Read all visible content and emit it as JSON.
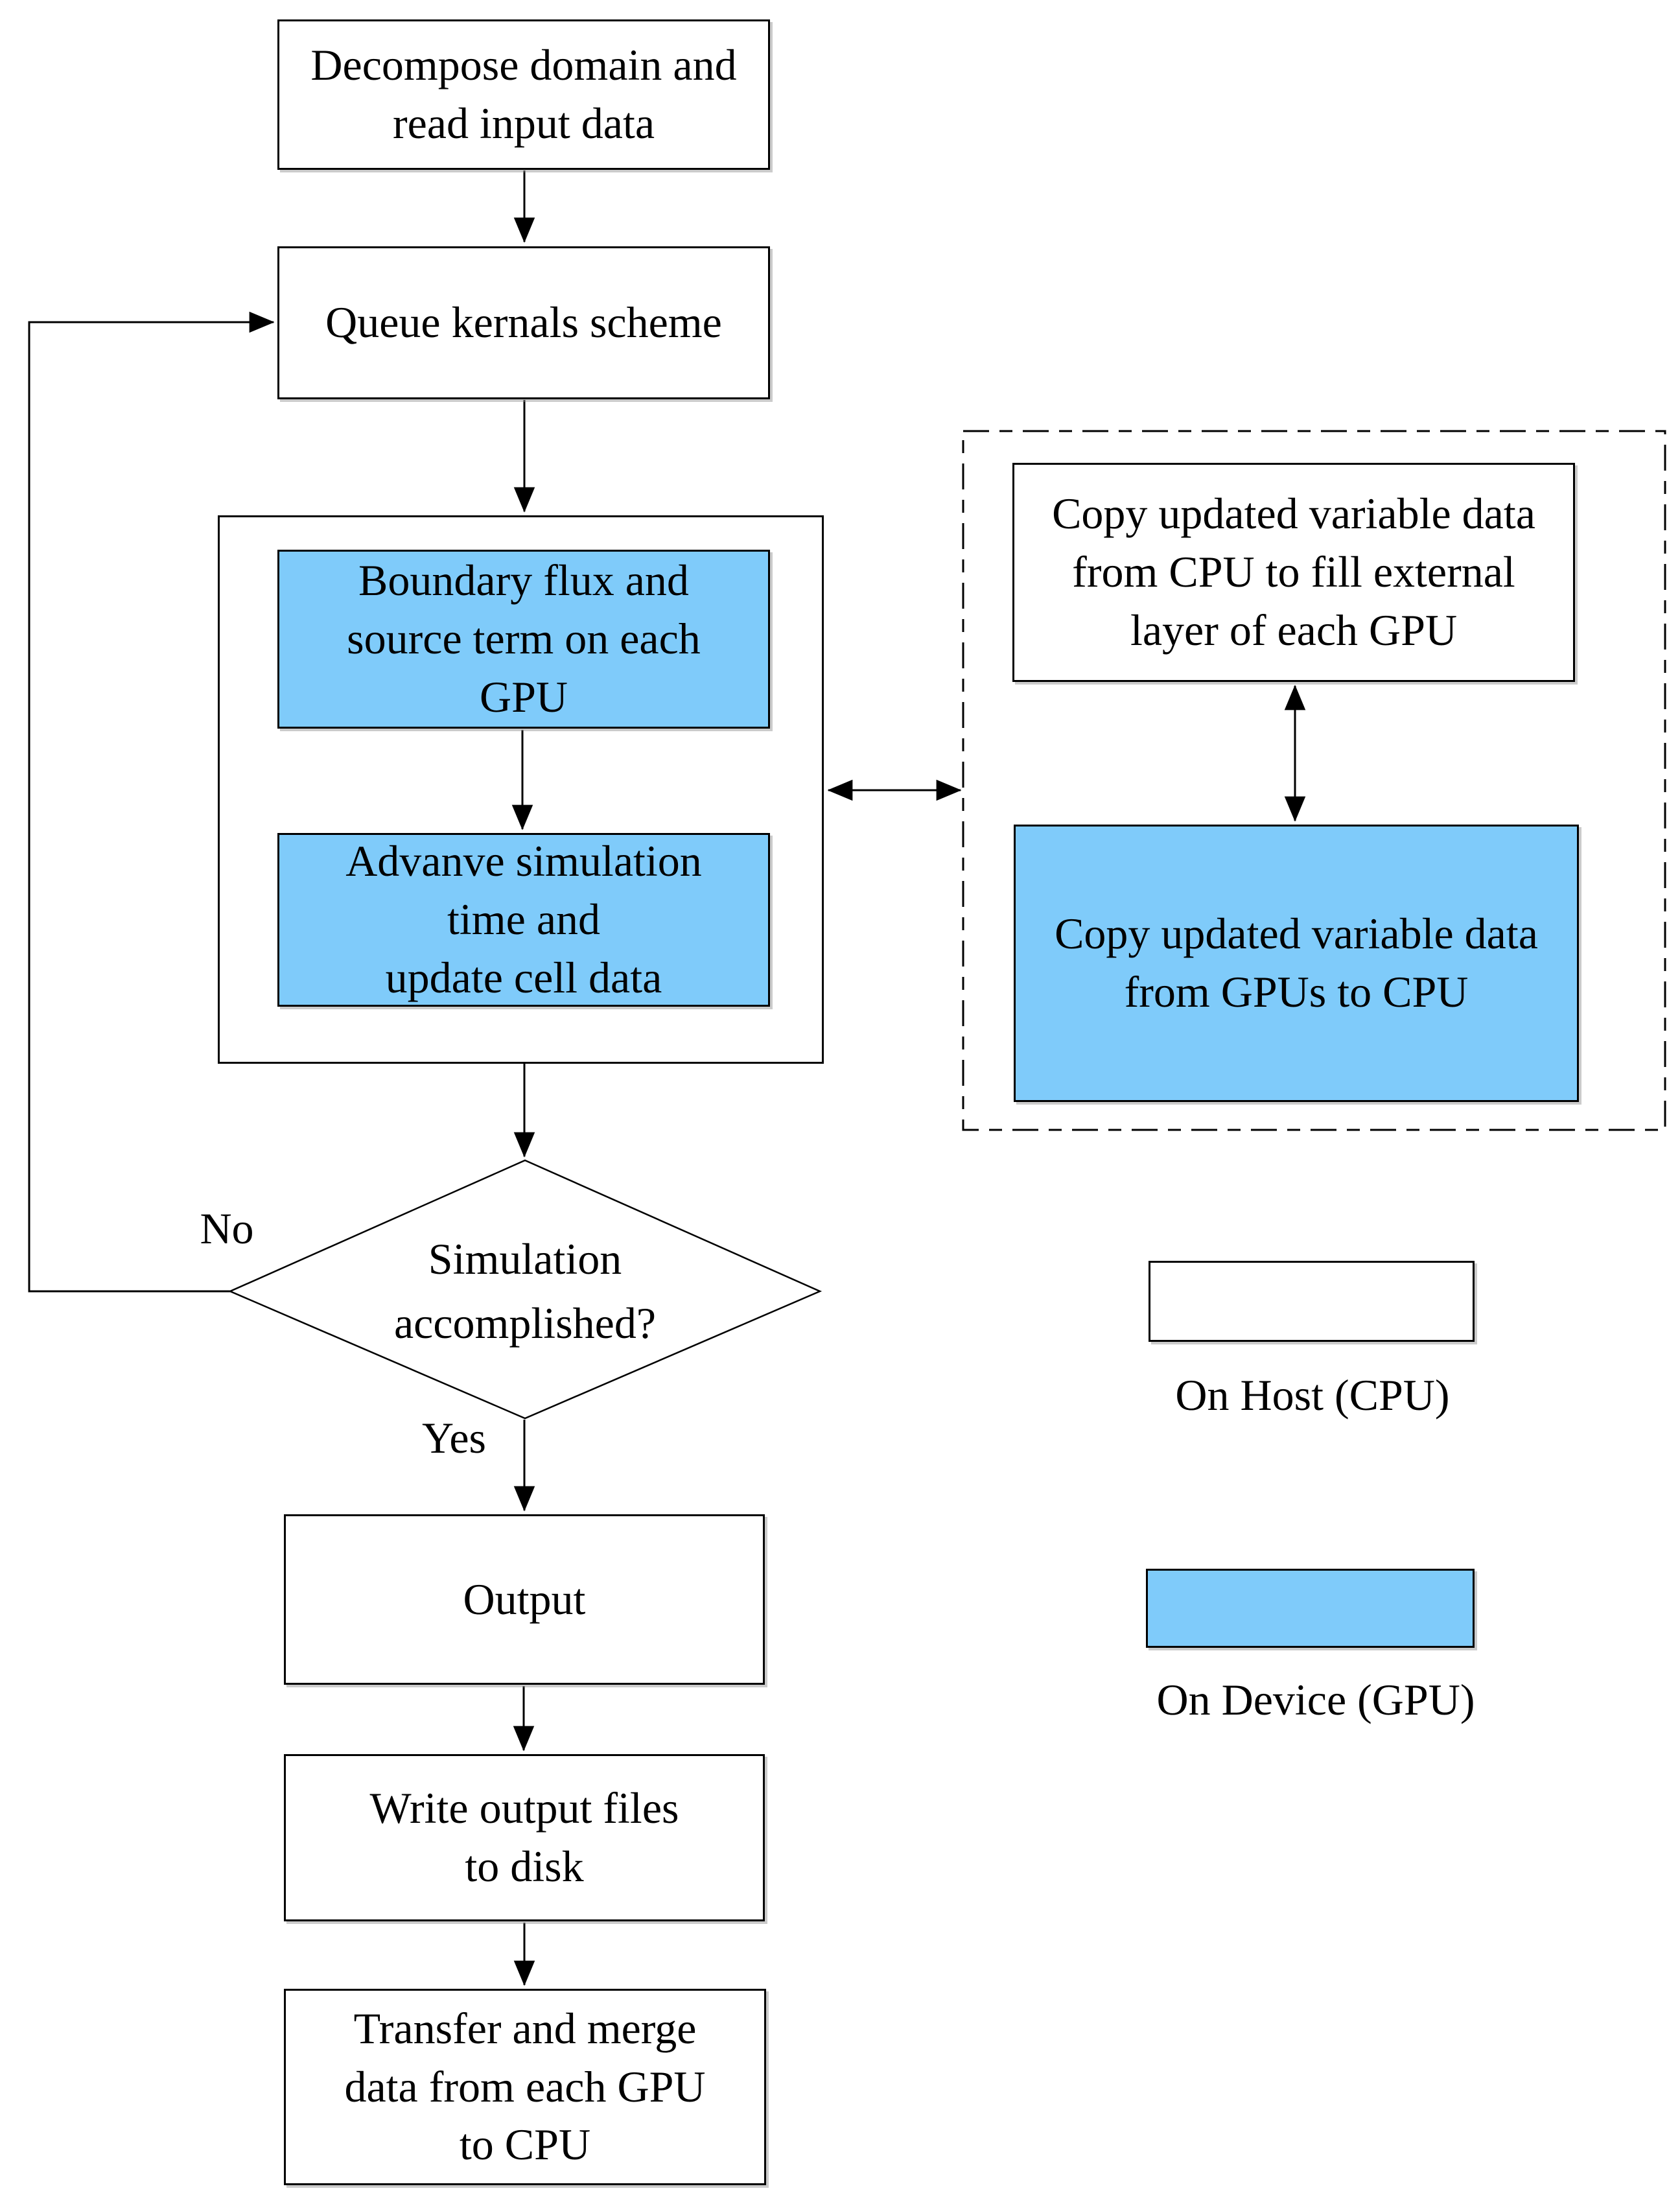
{
  "diagram": {
    "type": "flowchart",
    "colors": {
      "background": "#ffffff",
      "host_fill": "#ffffff",
      "device_fill": "#7fcbfa",
      "line": "#000000"
    },
    "nodes": {
      "decompose": {
        "lines": "Decompose domain and\nread input data",
        "kind": "host"
      },
      "queue": {
        "lines": "Queue kernals scheme",
        "kind": "host"
      },
      "boundary_flux": {
        "lines": "Boundary flux and\nsource term on each\nGPU",
        "kind": "device"
      },
      "advance": {
        "lines": "Advanve simulation\ntime and\nupdate cell data",
        "kind": "device"
      },
      "copy_cpu_to_gpu": {
        "lines": "Copy updated variable data\nfrom CPU to fill external\nlayer of each GPU",
        "kind": "host"
      },
      "copy_gpu_to_cpu": {
        "lines": "Copy updated variable data\nfrom GPUs to CPU",
        "kind": "device"
      },
      "decision": {
        "lines": "Simulation\naccomplished?",
        "kind": "host"
      },
      "output": {
        "lines": "Output",
        "kind": "host"
      },
      "write_files": {
        "lines": "Write output files\nto disk",
        "kind": "host"
      },
      "transfer_merge": {
        "lines": "Transfer and merge\ndata from each GPU\nto CPU",
        "kind": "host"
      }
    },
    "branch_labels": {
      "no": "No",
      "yes": "Yes"
    },
    "legend": {
      "host_label": "On Host (CPU)",
      "device_label": "On Device (GPU)"
    }
  }
}
